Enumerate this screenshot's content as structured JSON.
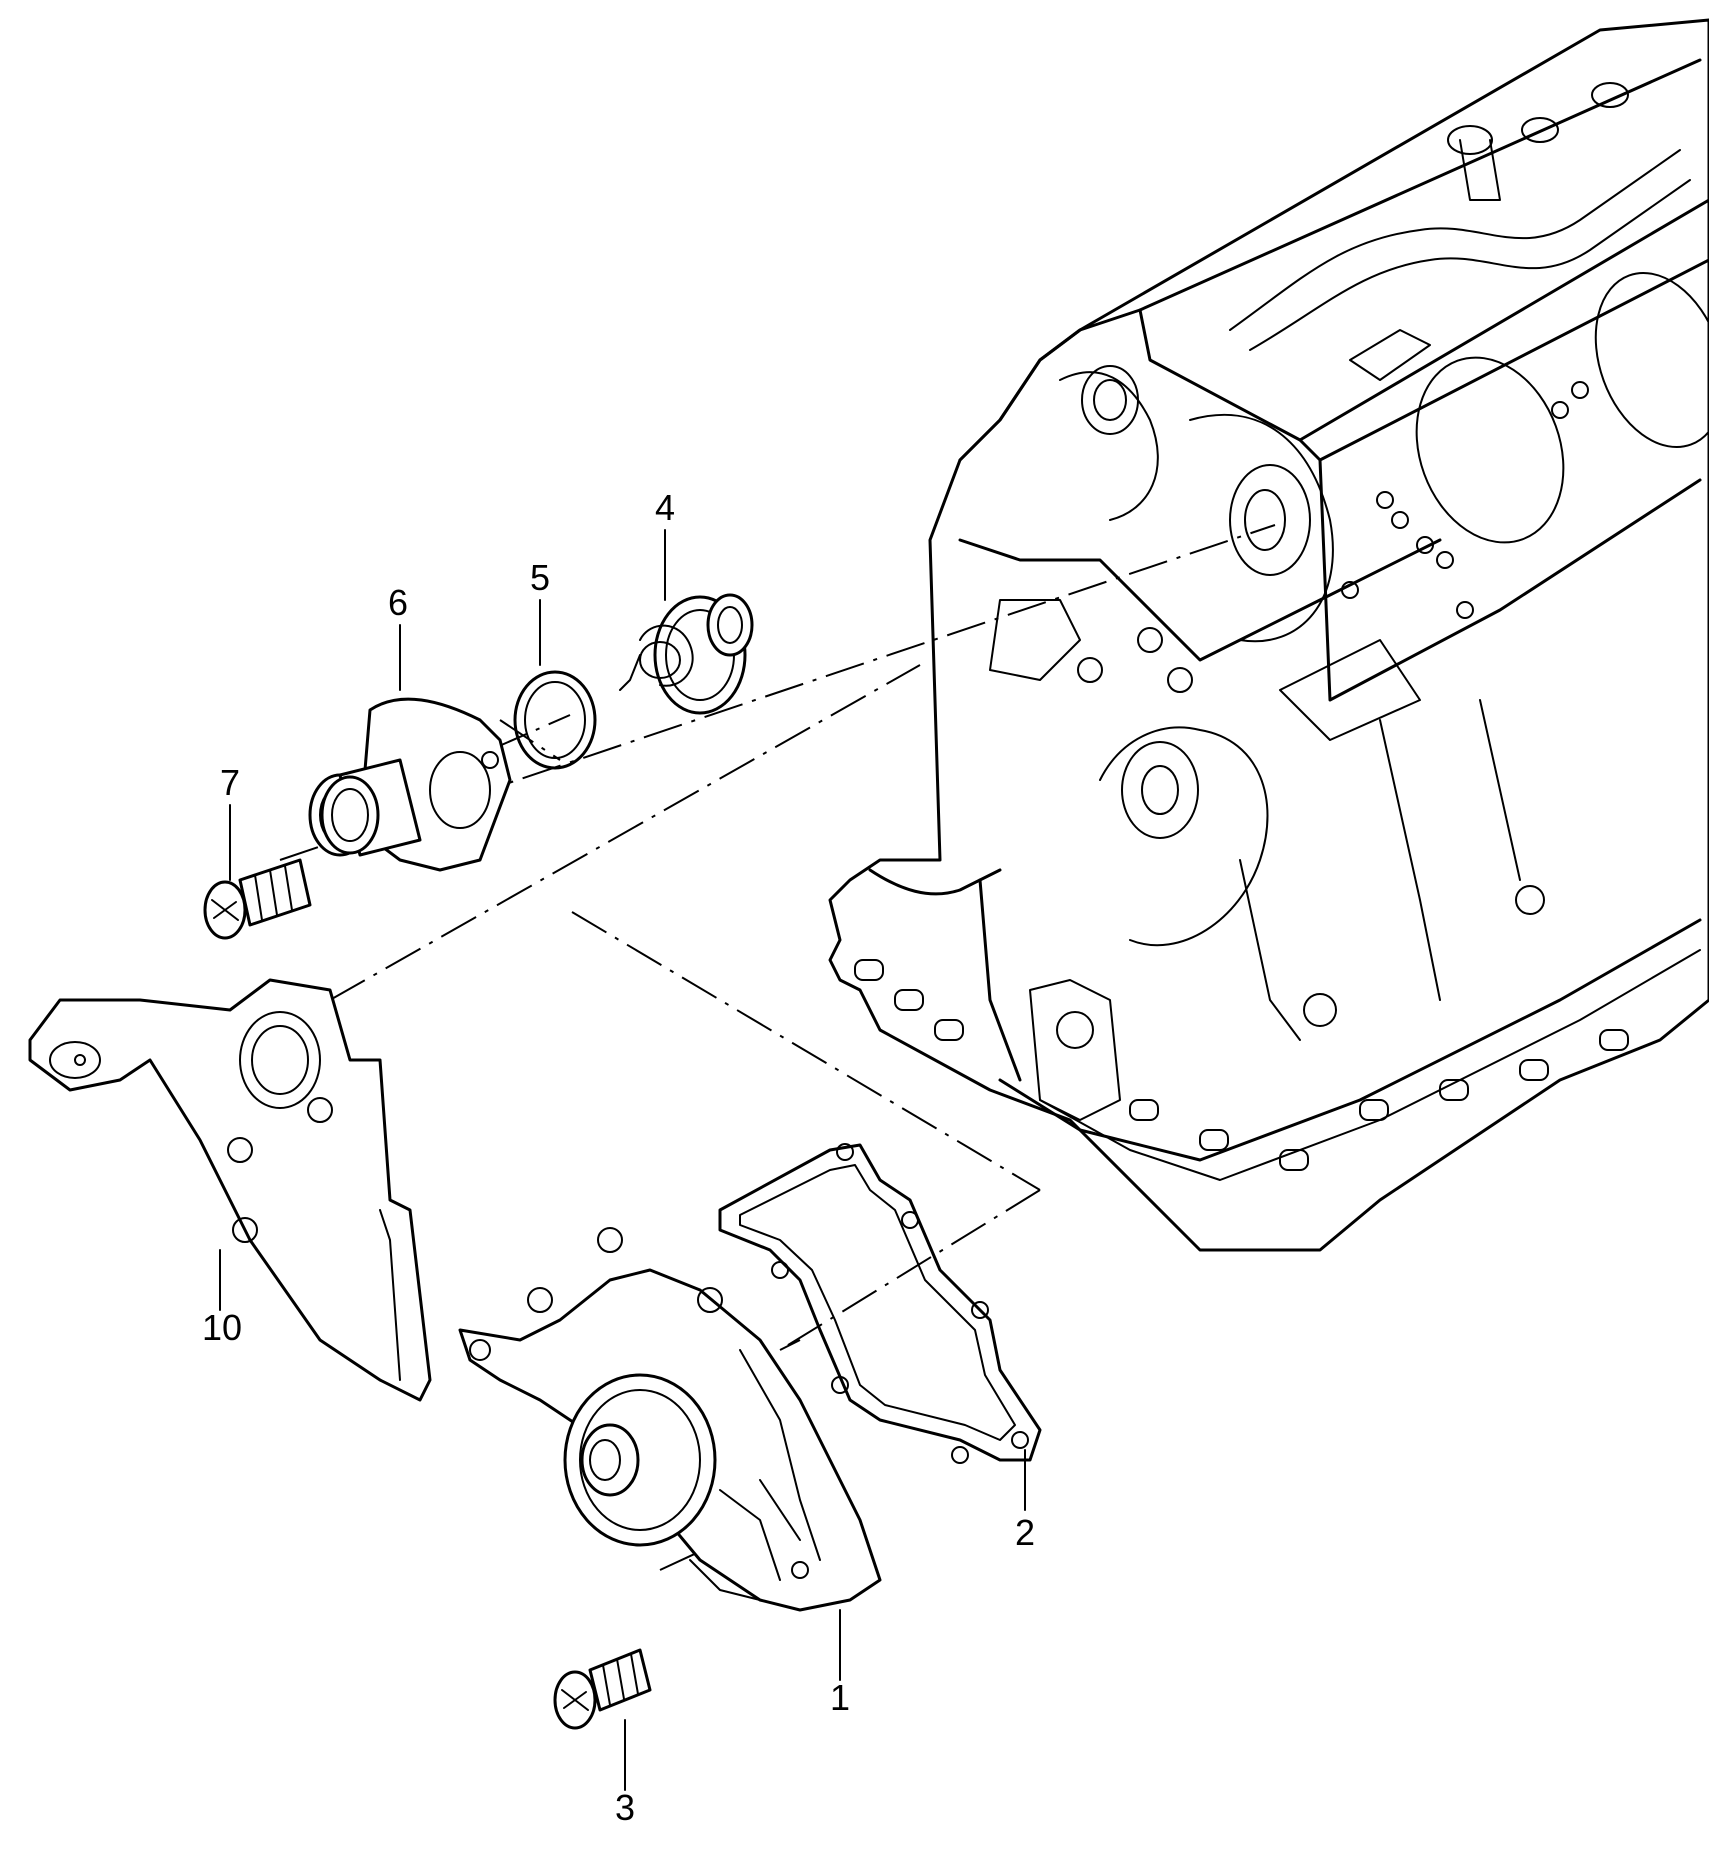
{
  "diagram": {
    "parts": [
      {
        "id": "1",
        "name": "water pump"
      },
      {
        "id": "2",
        "name": "gasket"
      },
      {
        "id": "3",
        "name": "pump bolt"
      },
      {
        "id": "4",
        "name": "thermostat"
      },
      {
        "id": "5",
        "name": "o-ring"
      },
      {
        "id": "6",
        "name": "thermostat housing"
      },
      {
        "id": "7",
        "name": "housing bolt"
      },
      {
        "id": "10",
        "name": "bracket"
      }
    ],
    "callouts": {
      "p1": "1",
      "p2": "2",
      "p3": "3",
      "p4": "4",
      "p5": "5",
      "p6": "6",
      "p7": "7",
      "p10": "10"
    }
  }
}
